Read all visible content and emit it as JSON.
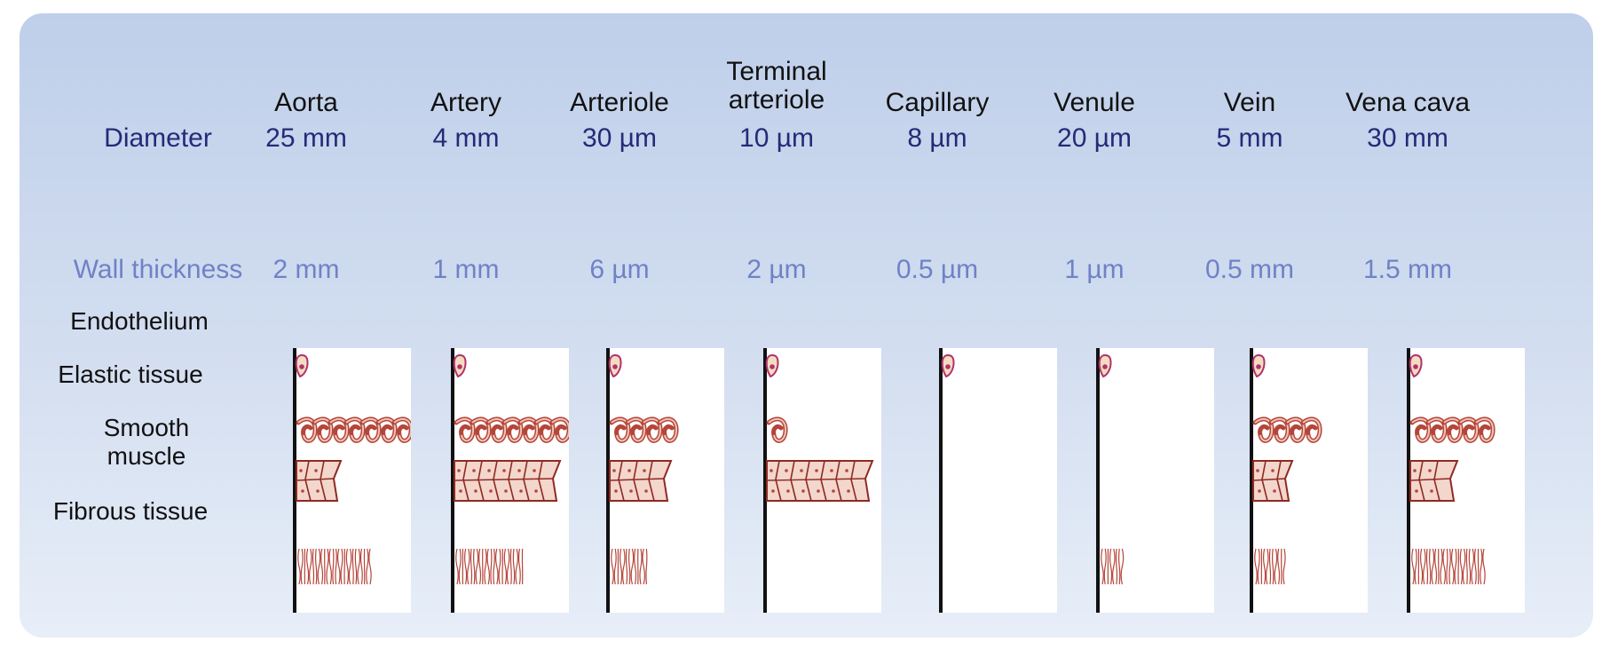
{
  "labels": {
    "diameter": "Diameter",
    "wall_thickness": "Wall thickness"
  },
  "rows": [
    "Endothelium",
    "Elastic tissue",
    "Smooth muscle",
    "Fibrous tissue"
  ],
  "colors": {
    "artery_fill": "#e2a083",
    "artery_stroke": "#c8262a",
    "vein_fill": "#a8b1e0",
    "vein_stroke": "#3a3f9c",
    "tissue": "#b5453a"
  },
  "vessels": [
    {
      "name": "Aorta",
      "diameter": "25 mm",
      "wall": "2 mm",
      "type": "artery",
      "shape": "arc",
      "elastic_coils": 7,
      "muscle": 0.4,
      "fibrous": 0.65
    },
    {
      "name": "Artery",
      "diameter": "4 mm",
      "wall": "1 mm",
      "type": "artery",
      "shape": "ring",
      "elastic_coils": 7,
      "muscle": 0.95,
      "fibrous": 0.6
    },
    {
      "name": "Arteriole",
      "diameter": "30 µm",
      "wall": "6 µm",
      "type": "artery",
      "shape": "ring",
      "elastic_coils": 4,
      "muscle": 0.55,
      "fibrous": 0.32
    },
    {
      "name": "Terminal arteriole",
      "diameter": "10 µm",
      "wall": "2 µm",
      "type": "artery",
      "shape": "ring",
      "elastic_coils": 1,
      "muscle": 0.95,
      "fibrous": 0
    },
    {
      "name": "Capillary",
      "diameter": "8 µm",
      "wall": "0.5 µm",
      "type": "artery",
      "shape": "ring",
      "elastic_coils": 0,
      "muscle": 0,
      "fibrous": 0
    },
    {
      "name": "Venule",
      "diameter": "20 µm",
      "wall": "1 µm",
      "type": "vein",
      "shape": "ring",
      "elastic_coils": 0,
      "muscle": 0,
      "fibrous": 0.2
    },
    {
      "name": "Vein",
      "diameter": "5 mm",
      "wall": "0.5 mm",
      "type": "vein",
      "shape": "ring",
      "elastic_coils": 4,
      "muscle": 0.35,
      "fibrous": 0.28
    },
    {
      "name": "Vena cava",
      "diameter": "30 mm",
      "wall": "1.5 mm",
      "type": "vein",
      "shape": "arc",
      "elastic_coils": 5,
      "muscle": 0.42,
      "fibrous": 0.65
    }
  ]
}
